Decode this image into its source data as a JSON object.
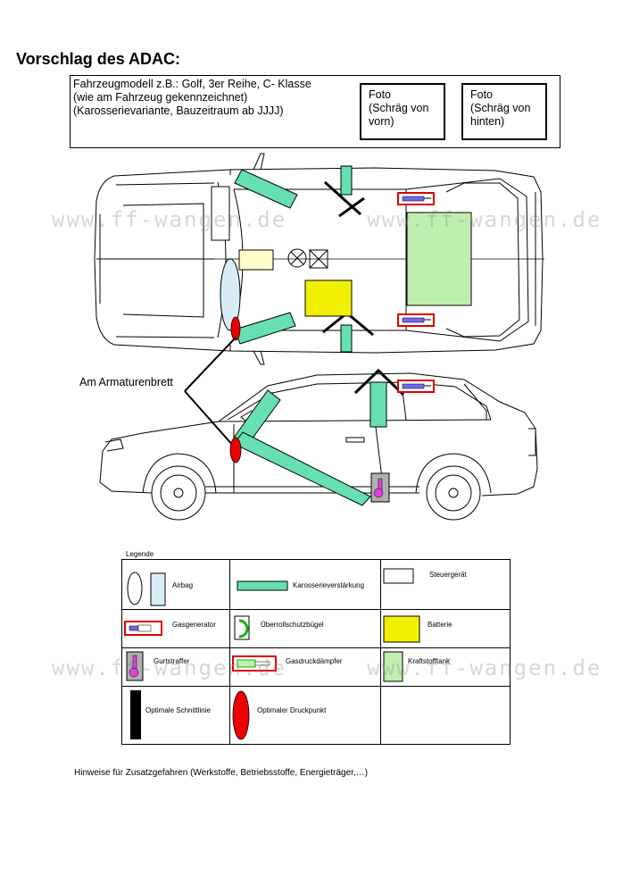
{
  "title": "Vorschlag des ADAC:",
  "info": {
    "lines": [
      "Fahrzeugmodell z.B.: Golf, 3er Reihe, C- Klasse",
      "(wie am Fahrzeug gekennzeichnet)",
      "(Karosserievariante, Bauzeitraum ab JJJJ)"
    ],
    "photo_front": [
      "Foto",
      "(Schräg von",
      "vorn)"
    ],
    "photo_rear": [
      "Foto",
      "(Schräg von",
      "hinten)"
    ]
  },
  "watermark": "www.ff-wangen.de",
  "dashboard_label": "Am Armaturenbrett",
  "legend": {
    "title": "Legende",
    "items": {
      "airbag": "Airbag",
      "reinforcement": "Karosserieverstärkung",
      "control_unit": "Steuergerät",
      "gas_generator": "Gasgenerator",
      "rollbar": "Überrollschutzbügel",
      "battery": "Batterie",
      "belt_tensioner": "Gurtstraffer",
      "gas_damper": "Gasdruckdämpfer",
      "fuel_tank": "Kraftstofftank",
      "cut_line": "Optimale Schnittlinie",
      "pressure_point": "Optimaler Druckpunkt"
    }
  },
  "hint": "Hinweise für Zusatzgefahren (Werkstoffe, Betriebsstoffe, Energieträger,…)",
  "colors": {
    "reinforcement": "#66e0b0",
    "gas_generator_border": "#e00000",
    "gas_generator_fill": "#6a6af0",
    "battery": "#f0f000",
    "fuel_tank": "#bff0b0",
    "pressure_point": "#ee0000",
    "control_unit": "#ffffff",
    "airbag": "#d8ecf4",
    "belt_tensioner_fill": "#b0b0b0",
    "belt_tensioner_accent": "#e040e0",
    "control_unit_fill": "#ffffcc"
  }
}
